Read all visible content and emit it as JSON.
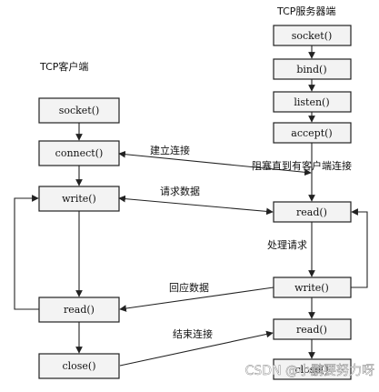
{
  "titles": {
    "server": "TCP服务器端",
    "client": "TCP客户端"
  },
  "server_boxes": {
    "socket": "socket()",
    "bind": "bind()",
    "listen": "listen()",
    "accept": "accept()",
    "read": "read()",
    "write": "write()",
    "read2": "read()",
    "close": "close()"
  },
  "client_boxes": {
    "socket": "socket()",
    "connect": "connect()",
    "write": "write()",
    "read": "read()",
    "close": "close()"
  },
  "labels": {
    "establish": "建立连接",
    "blocked": "阻塞直到有客户端连接",
    "request": "请求数据",
    "process": "处理请求",
    "reply": "回应数据",
    "end": "结束连接"
  },
  "watermark": "CSDN @小鹏要努力呀"
}
